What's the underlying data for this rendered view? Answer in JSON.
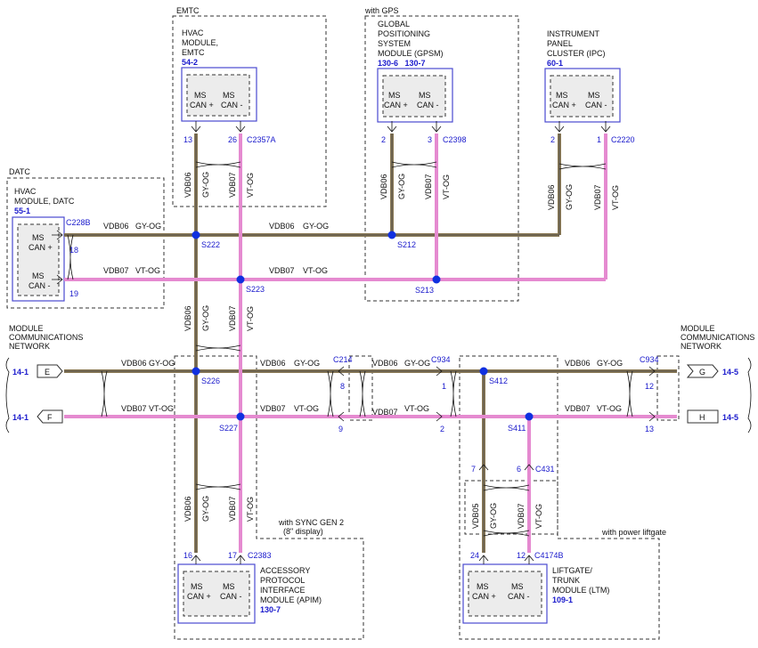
{
  "environment": {
    "emtc": "EMTC",
    "datc": "DATC",
    "gps": "with GPS",
    "sync": "with SYNC GEN 2",
    "sync2": "(8\" display)",
    "liftgate": "with power liftgate"
  },
  "modules": {
    "hvac_emtc": {
      "l1": "HVAC",
      "l2": "MODULE,",
      "l3": "EMTC",
      "ref": "54-2"
    },
    "hvac_datc": {
      "l1": "HVAC",
      "l2": "MODULE, DATC",
      "ref": "55-1"
    },
    "gpsm": {
      "l1": "GLOBAL",
      "l2": "POSITIONING",
      "l3": "SYSTEM",
      "l4": "MODULE (GPSM)",
      "ref": "130-6   130-7"
    },
    "ipc": {
      "l1": "INSTRUMENT",
      "l2": "PANEL",
      "l3": "CLUSTER (IPC)",
      "ref": "60-1"
    },
    "apim": {
      "l1": "ACCESSORY",
      "l2": "PROTOCOL",
      "l3": "INTERFACE",
      "l4": "MODULE (APIM)",
      "ref": "130-7"
    },
    "ltm": {
      "l1": "LIFTGATE/",
      "l2": "TRUNK",
      "l3": "MODULE (LTM)",
      "ref": "109-1"
    },
    "ms": "MS",
    "can_plus": "CAN +",
    "can_minus": "CAN -"
  },
  "network": {
    "l1": "MODULE",
    "l2": "COMMUNICATIONS",
    "l3": "NETWORK"
  },
  "connectors": {
    "c2357a": "C2357A",
    "c2398": "C2398",
    "c2220": "C2220",
    "c228b": "C228B",
    "c214": "C214",
    "c934": "C934",
    "c431": "C431",
    "c2383": "C2383",
    "c4174b": "C4174B"
  },
  "pins": {
    "p13": "13",
    "p26": "26",
    "p2": "2",
    "p3": "3",
    "p1": "1",
    "p18": "18",
    "p19": "19",
    "p8": "8",
    "p9": "9",
    "p12": "12",
    "p7": "7",
    "p6": "6",
    "p16": "16",
    "p17": "17",
    "p24": "24"
  },
  "splices": {
    "s222": "S222",
    "s223": "S223",
    "s212": "S212",
    "s213": "S213",
    "s226": "S226",
    "s227": "S227",
    "s412": "S412",
    "s411": "S411"
  },
  "wires": {
    "vdb06": "VDB06",
    "vdb07": "VDB07",
    "vdb05": "VDB05",
    "gyog": "GY-OG",
    "vtog": "VT-OG",
    "vdb06gyog": "VDB06 GY-OG",
    "vdb07vtog": "VDB07 VT-OG"
  },
  "offpage": {
    "e": "E",
    "f": "F",
    "g": "G",
    "h": "H",
    "ref_left": "14-1",
    "ref_right": "14-5"
  }
}
